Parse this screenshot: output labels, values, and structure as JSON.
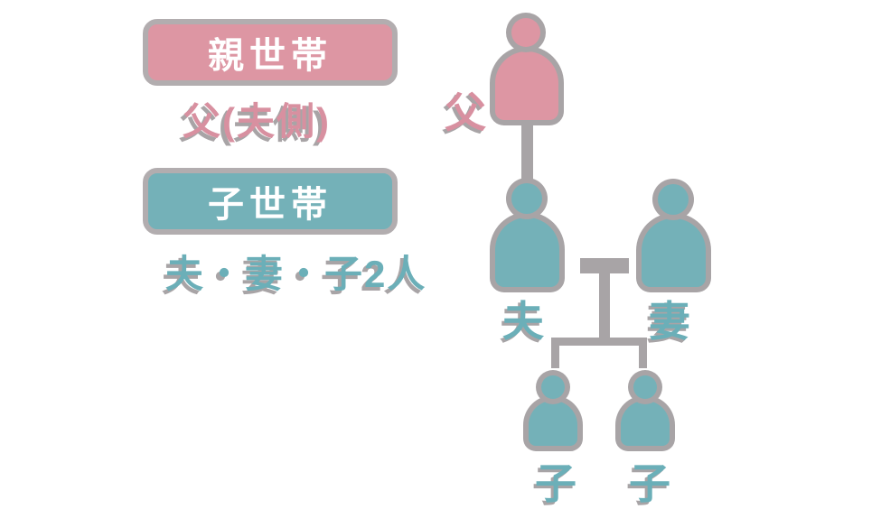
{
  "diagram": {
    "parent_household": {
      "badge_label": "親世帯",
      "description": "父(夫側)",
      "father_label": "父"
    },
    "child_household": {
      "badge_label": "子世帯",
      "description": "夫・妻・子2人",
      "husband_label": "夫",
      "wife_label": "妻",
      "children_labels": [
        "子",
        "子"
      ]
    },
    "colors": {
      "parent_accent": "#dd96a3",
      "parent_text": "#d890a0",
      "child_accent": "#74b1b8",
      "child_text": "#6bafb8",
      "connector_gray": "#a8a4a6",
      "badge_border_gray": "#b2adaf",
      "badge_text": "#ffffff"
    }
  }
}
